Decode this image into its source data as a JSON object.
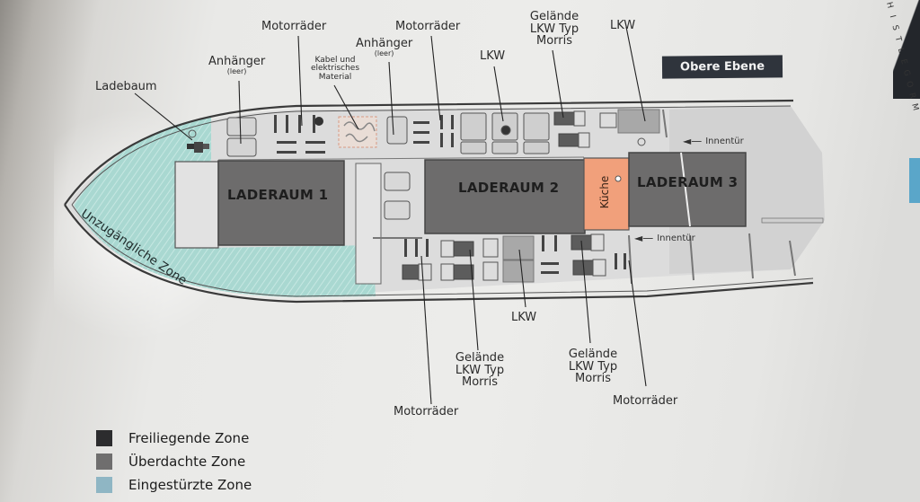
{
  "title_badge": "Obere Ebene",
  "brand": [
    "H",
    "I",
    "S",
    "T",
    "L",
    "E",
    "G",
    "O",
    "R",
    "M"
  ],
  "colors": {
    "freiliegend": "#2c2c2e",
    "ueberdacht": "#6f6e6e",
    "eingestuerzt": "#9fd1cb",
    "kueche": "#f1a07b",
    "deck": "#d6d6d6",
    "badge_bg": "#2f343c"
  },
  "holds": [
    {
      "id": "laderaum-1",
      "label": "LADERAUM 1"
    },
    {
      "id": "laderaum-2",
      "label": "LADERAUM 2"
    },
    {
      "id": "laderaum-3",
      "label": "LADERAUM 3"
    }
  ],
  "kitchen": "Küche",
  "inaccessible_zone": "Unzugängliche Zone",
  "doors": [
    {
      "label": "Innentür"
    },
    {
      "label": "Innentür"
    }
  ],
  "labels_top": [
    {
      "text": "Ladebaum"
    },
    {
      "text": "Anhänger",
      "sub": "(leer)"
    },
    {
      "text": "Motorräder"
    },
    {
      "text": "Kabel und elektrisches Material"
    },
    {
      "text": "Anhänger",
      "sub": "(leer)"
    },
    {
      "text": "Motorräder"
    },
    {
      "text": "LKW"
    },
    {
      "text": "Gelände LKW Typ Morris"
    },
    {
      "text": "LKW"
    }
  ],
  "labels_bottom": [
    {
      "text": "Motorräder"
    },
    {
      "text": "Gelände LKW Typ Morris"
    },
    {
      "text": "LKW"
    },
    {
      "text": "Gelände LKW Typ Morris"
    },
    {
      "text": "Motorräder"
    }
  ],
  "legend": [
    {
      "label": "Freiliegende Zone",
      "color": "#2c2c2e"
    },
    {
      "label": "Überdachte Zone",
      "color": "#6f6e6e"
    },
    {
      "label": "Eingestürzte Zone",
      "color": "#8fb6c4"
    }
  ]
}
